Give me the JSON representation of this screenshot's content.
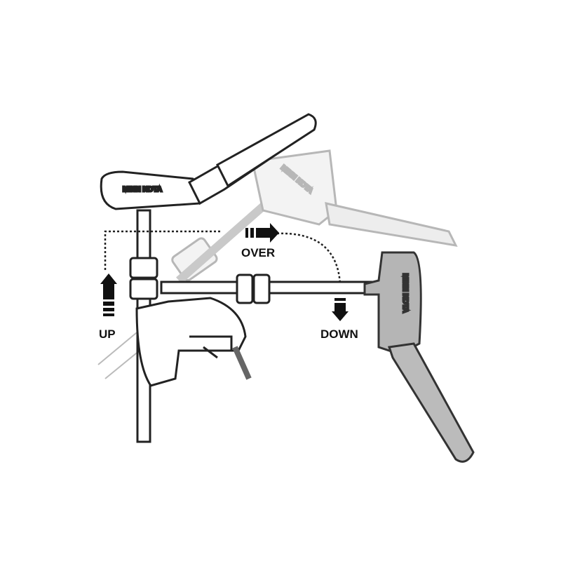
{
  "labels": {
    "up": "UP",
    "over": "OVER",
    "down": "DOWN"
  },
  "brand": {
    "logo_text": "MINN KOTA"
  },
  "colors": {
    "line": "#222222",
    "ghost": "#9a9a9a",
    "lowered_head": "#b5b5b5"
  }
}
